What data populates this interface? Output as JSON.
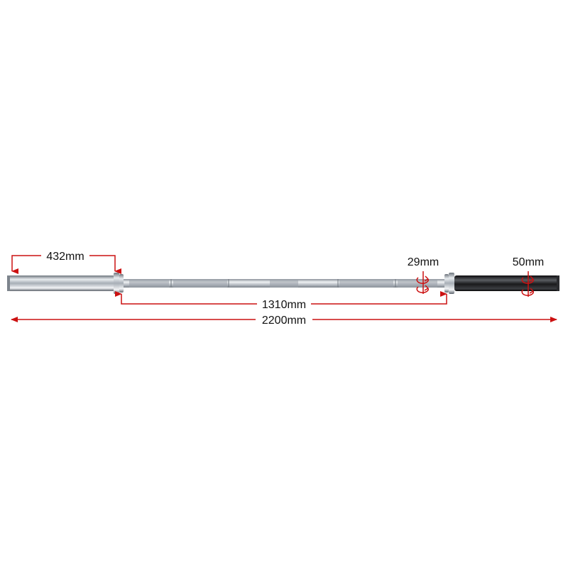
{
  "dimensions": {
    "sleeve_length": "432mm",
    "grip_length": "1310mm",
    "total_length": "2200mm",
    "shaft_diameter": "29mm",
    "sleeve_diameter": "50mm"
  },
  "colors": {
    "dimension_line": "#cc1111",
    "label_text": "#111111",
    "chrome_sleeve": "#9aa2ab",
    "black_sleeve": "#1c1c1e",
    "shaft": "#b9bfc6"
  },
  "icons": {
    "diameter_marker": "rotation-arrow-icon"
  }
}
